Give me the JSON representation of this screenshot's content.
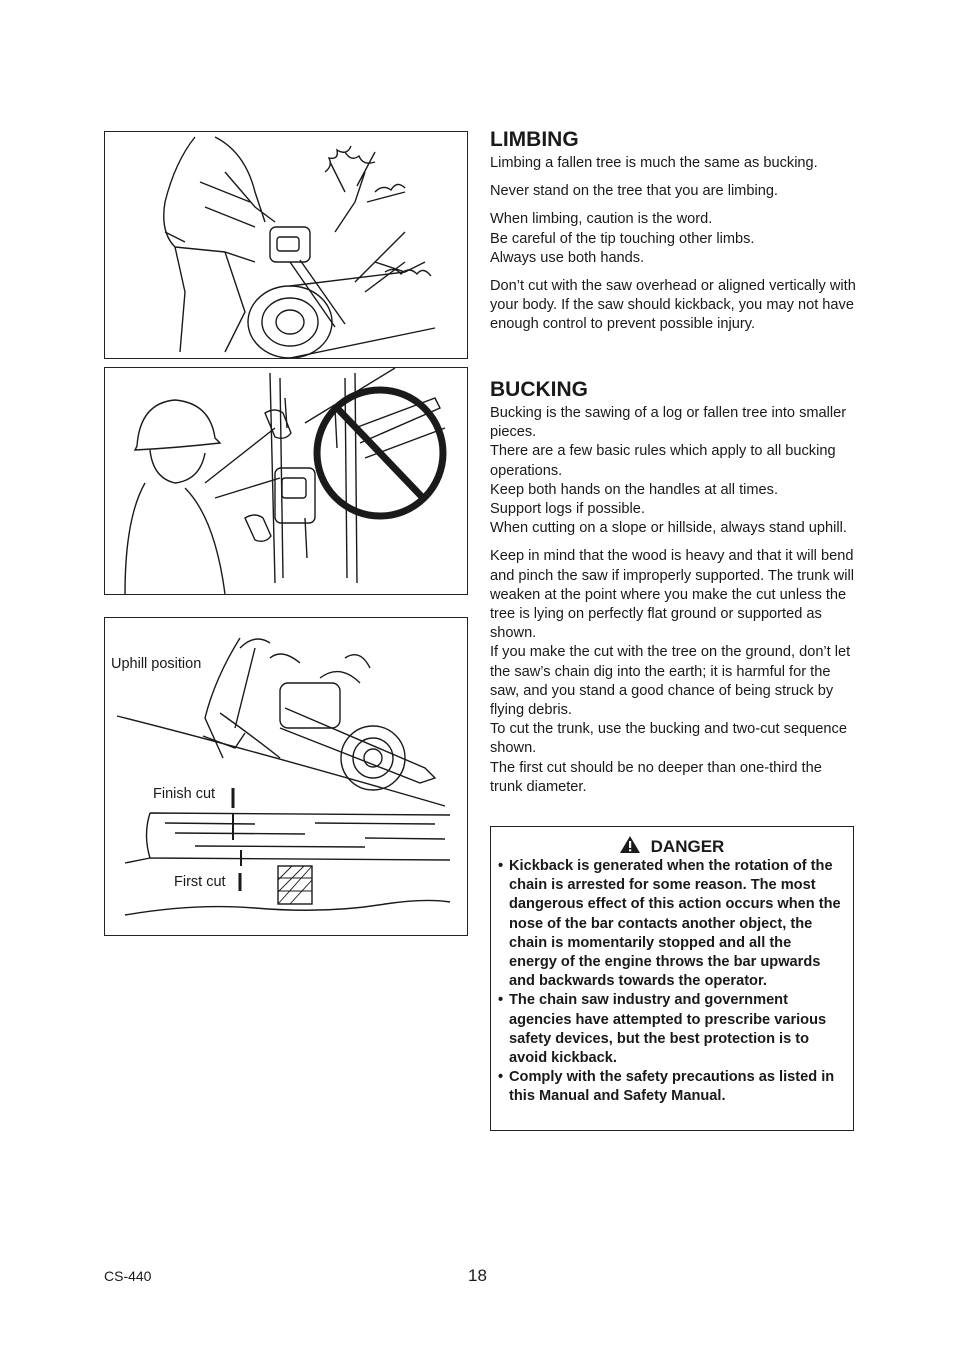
{
  "limbing": {
    "title": "LIMBING",
    "p1": "Limbing a fallen tree is much the same as bucking.",
    "p2": "Never stand on the tree that you are limbing.",
    "p3a": "When limbing, caution is the word.",
    "p3b": "Be careful of the tip touching other limbs.",
    "p3c": "Always use both hands.",
    "p4": "Don’t cut with the saw overhead or aligned vertically with your body. If the saw should kickback, you may not have enough control to prevent possible injury."
  },
  "bucking": {
    "title": "BUCKING",
    "p1a": "Bucking is the sawing of a log or fallen tree into smaller pieces.",
    "p1b": "There are a few basic rules which apply to all bucking operations.",
    "p1c": "Keep both hands on the handles at all times.",
    "p1d": "Support logs if possible.",
    "p1e": "When cutting on a slope or hillside, always stand uphill.",
    "p2a": "Keep in mind that the wood is heavy and that it will bend and pinch the saw if improperly supported. The trunk will weaken at the point where you make the cut unless the tree is lying on perfectly flat ground or supported as shown.",
    "p2b": "If you make the cut with the tree on the ground, don’t let the saw’s chain dig into the earth; it is harmful for the saw, and you stand a good chance of being struck by flying debris.",
    "p2c": "To cut the trunk, use the bucking and two-cut sequence shown.",
    "p2d": "The first cut should be no deeper than one-third the trunk diameter."
  },
  "danger": {
    "title": "DANGER",
    "icon": "warning-triangle-icon",
    "items": [
      "Kickback is generated when the rotation of the chain is arrested for some reason. The most dangerous effect of this action occurs when the nose of the bar contacts another object, the chain is momentarily stopped and all the energy of the engine throws the bar upwards and backwards towards the operator.",
      "The chain saw industry and government agencies have attempted to prescribe various safety devices, but the best protection is to avoid kickback.",
      "Comply with the safety precautions as listed in this Manual and Safety Manual."
    ]
  },
  "figure3": {
    "uphill_label": "Uphill position",
    "finish_label": "Finish cut",
    "first_label": "First cut"
  },
  "footer": {
    "model": "CS-440",
    "page": "18"
  }
}
